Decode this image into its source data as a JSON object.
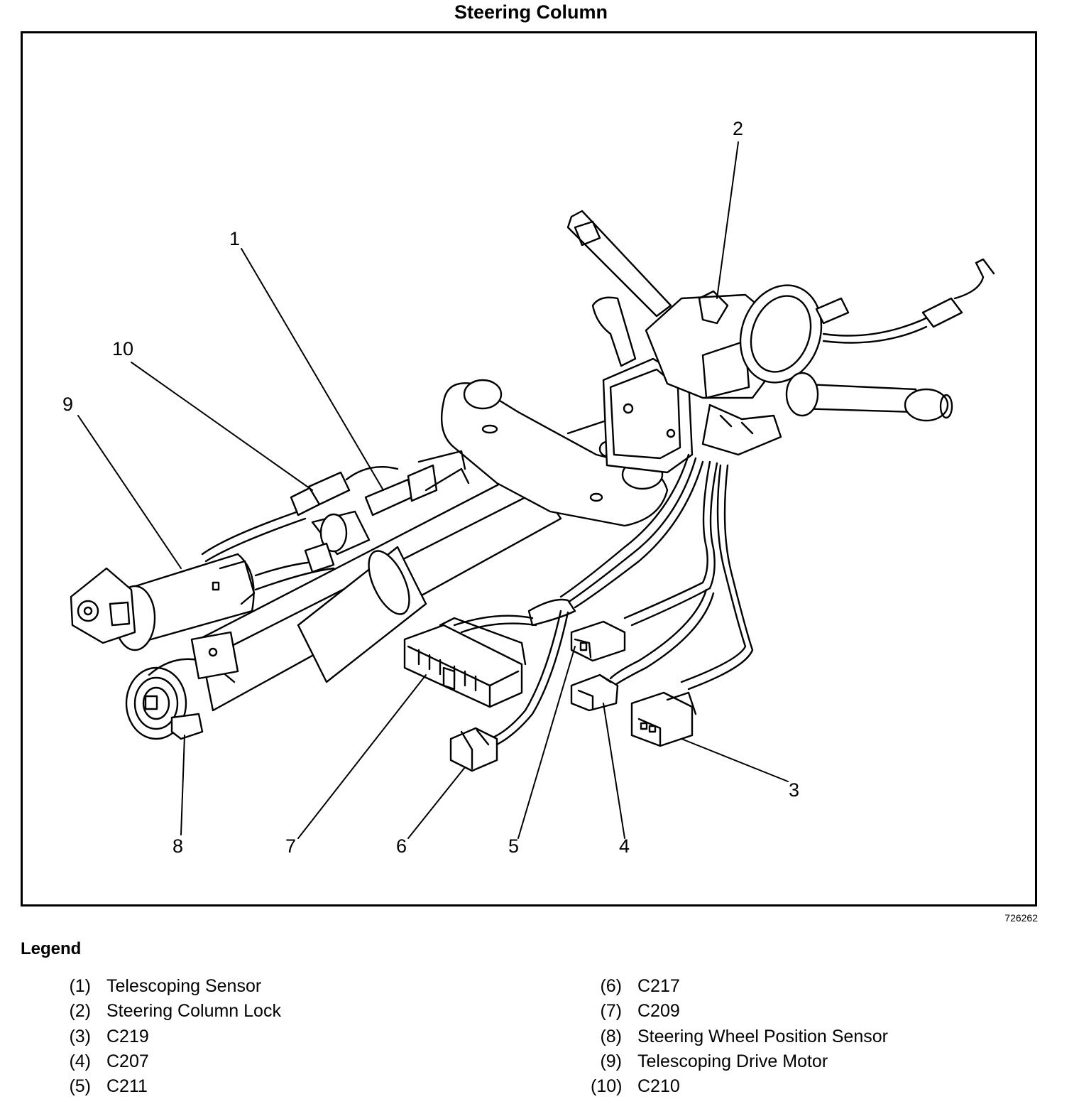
{
  "title": "Steering Column",
  "figure_id": "726262",
  "callouts": [
    "1",
    "2",
    "3",
    "4",
    "5",
    "6",
    "7",
    "8",
    "9",
    "10"
  ],
  "legend": {
    "heading": "Legend",
    "items": [
      {
        "num": "(1)",
        "text": "Telescoping Sensor"
      },
      {
        "num": "(2)",
        "text": "Steering Column Lock"
      },
      {
        "num": "(3)",
        "text": "C219"
      },
      {
        "num": "(4)",
        "text": "C207"
      },
      {
        "num": "(5)",
        "text": "C211"
      },
      {
        "num": "(6)",
        "text": "C217"
      },
      {
        "num": "(7)",
        "text": "C209"
      },
      {
        "num": "(8)",
        "text": "Steering Wheel Position Sensor"
      },
      {
        "num": "(9)",
        "text": "Telescoping Drive Motor"
      },
      {
        "num": "(10)",
        "text": "C210"
      }
    ]
  }
}
